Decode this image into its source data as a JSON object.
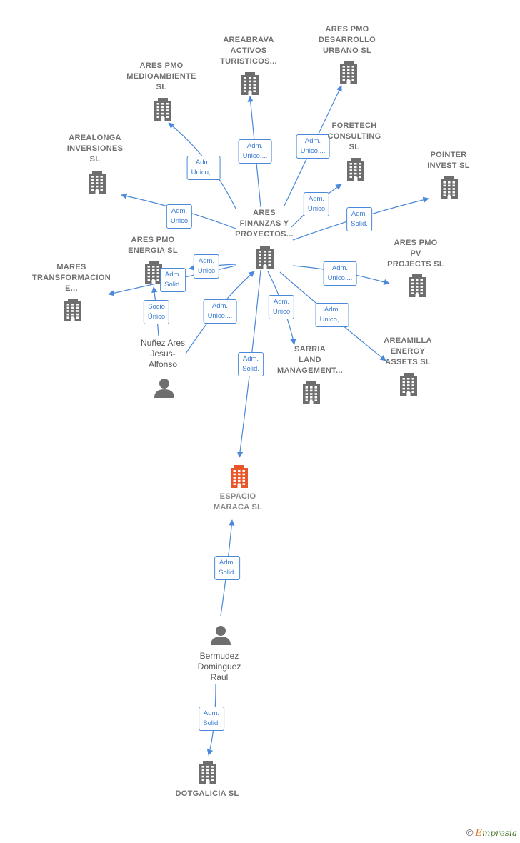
{
  "colors": {
    "edge": "#4a88d9",
    "building": "#6e6e6e",
    "focus_building": "#e8562a",
    "person": "#6e6e6e"
  },
  "nodes": [
    {
      "id": "ares-finanzas",
      "type": "company",
      "label": "ARES\nFINANZAS Y\nPROYECTOS..."
    },
    {
      "id": "espacio-maraca",
      "type": "focus",
      "label": "ESPACIO\nMARACA  SL"
    },
    {
      "id": "areabrava",
      "type": "company",
      "label": "AREABRAVA\nACTIVOS\nTURISTICOS..."
    },
    {
      "id": "ares-pmo-desarrollo",
      "type": "company",
      "label": "ARES PMO\nDESARROLLO\nURBANO  SL"
    },
    {
      "id": "ares-pmo-medioambiente",
      "type": "company",
      "label": "ARES PMO\nMEDIOAMBIENTE\nSL"
    },
    {
      "id": "foretech",
      "type": "company",
      "label": "FORETECH\nCONSULTING\nSL"
    },
    {
      "id": "arealonga",
      "type": "company",
      "label": "AREALONGA\nINVERSIONES\nSL"
    },
    {
      "id": "pointer",
      "type": "company",
      "label": "POINTER\nINVEST  SL"
    },
    {
      "id": "ares-pmo-energia",
      "type": "company",
      "label": "ARES PMO\nENERGIA  SL"
    },
    {
      "id": "ares-pmo-pv",
      "type": "company",
      "label": "ARES PMO\nPV\nPROJECTS  SL"
    },
    {
      "id": "mares",
      "type": "company",
      "label": "MARES\nTRANSFORMACION\nE..."
    },
    {
      "id": "nunez",
      "type": "person",
      "label": "Nuñez Ares\nJesus-\nAlfonso"
    },
    {
      "id": "sarria",
      "type": "company",
      "label": "SARRIA\nLAND\nMANAGEMENT..."
    },
    {
      "id": "areamilla",
      "type": "company",
      "label": "AREAMILLA\nENERGY\nASSETS  SL"
    },
    {
      "id": "bermudez",
      "type": "person",
      "label": "Bermudez\nDominguez\nRaul"
    },
    {
      "id": "dotgalicia",
      "type": "company",
      "label": "DOTGALICIA SL"
    }
  ],
  "edges": [
    {
      "from": "ares-finanzas",
      "to": "areabrava",
      "label": "Adm.\nUnico,..."
    },
    {
      "from": "ares-finanzas",
      "to": "ares-pmo-desarrollo",
      "label": "Adm.\nUnico,..."
    },
    {
      "from": "ares-finanzas",
      "to": "ares-pmo-medioambiente",
      "label": "Adm.\nUnico,..."
    },
    {
      "from": "ares-finanzas",
      "to": "foretech",
      "label": "Adm.\nUnico"
    },
    {
      "from": "ares-finanzas",
      "to": "arealonga",
      "label": "Adm.\nUnico"
    },
    {
      "from": "ares-finanzas",
      "to": "pointer",
      "label": "Adm.\nSolid."
    },
    {
      "from": "ares-finanzas",
      "to": "ares-pmo-energia",
      "label": "Adm.\nUnico"
    },
    {
      "from": "ares-finanzas",
      "to": "mares",
      "label": "Adm.\nSolid."
    },
    {
      "from": "ares-finanzas",
      "to": "ares-pmo-pv",
      "label": "Adm.\nUnico,..."
    },
    {
      "from": "ares-finanzas",
      "to": "sarria",
      "label": "Adm.\nUnico"
    },
    {
      "from": "ares-finanzas",
      "to": "areamilla",
      "label": "Adm.\nUnico,..."
    },
    {
      "from": "ares-finanzas",
      "to": "espacio-maraca",
      "label": "Adm.\nSolid."
    },
    {
      "from": "nunez",
      "to": "ares-finanzas",
      "label": "Adm.\nUnico,..."
    },
    {
      "from": "nunez",
      "to": "ares-pmo-energia",
      "label": "Socio\nÚnico"
    },
    {
      "from": "bermudez",
      "to": "espacio-maraca",
      "label": "Adm.\nSolid."
    },
    {
      "from": "bermudez",
      "to": "dotgalicia",
      "label": "Adm.\nSolid."
    }
  ],
  "footer": {
    "copyright": "©",
    "brand_initial": "E",
    "brand_rest": "mpresia"
  }
}
